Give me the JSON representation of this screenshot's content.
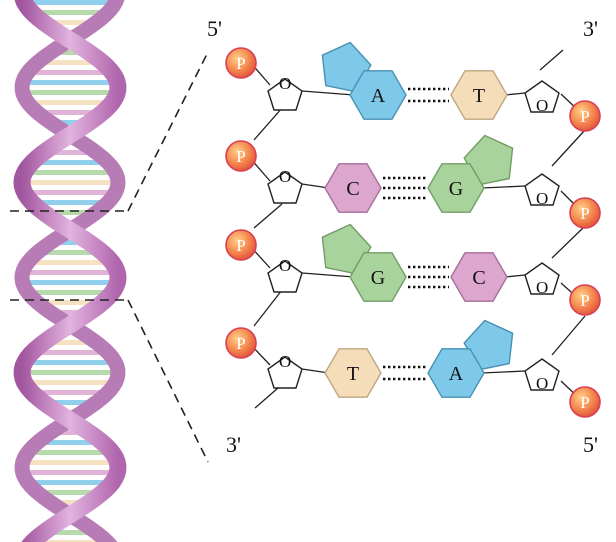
{
  "labels": {
    "top_left": "5'",
    "top_right": "3'",
    "bottom_left": "3'",
    "bottom_right": "5'"
  },
  "phosphate_symbol": "P",
  "base_pairs": [
    {
      "left": "A",
      "right": "T",
      "hydrogen_bonds": 2
    },
    {
      "left": "C",
      "right": "G",
      "hydrogen_bonds": 3
    },
    {
      "left": "G",
      "right": "C",
      "hydrogen_bonds": 3
    },
    {
      "left": "T",
      "right": "A",
      "hydrogen_bonds": 2
    }
  ],
  "colors": {
    "A": "#7ec8ea",
    "T": "#f5ddb9",
    "C": "#dca6cf",
    "G": "#a9d39c",
    "phosphate": "#f27a4b",
    "helix_backbone": "#c98ac8"
  }
}
